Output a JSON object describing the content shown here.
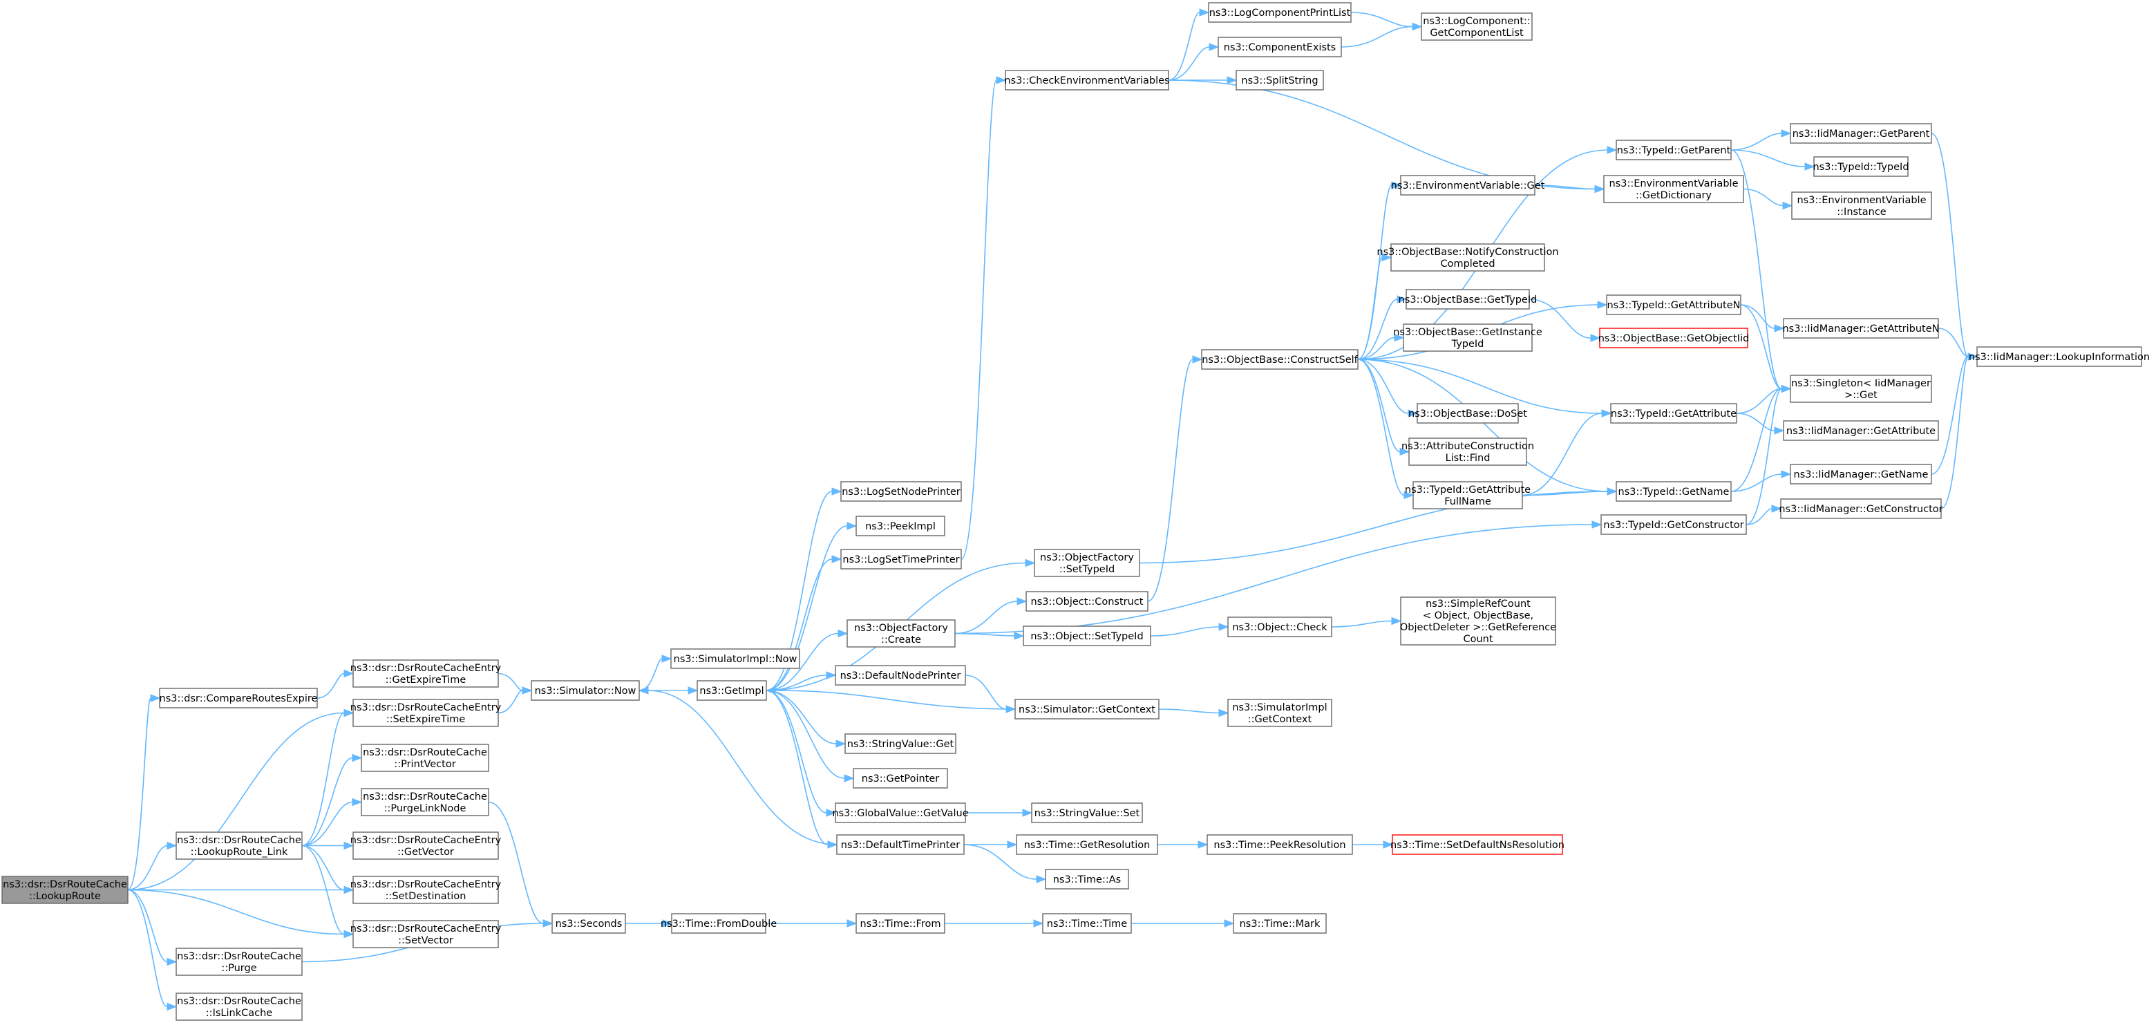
{
  "diagram": {
    "type": "call-graph",
    "colors": {
      "edge": "#63b8ff",
      "node_border": "#666666",
      "root_fill": "#999999",
      "truncated_border": "#ff0000"
    },
    "nodes": [
      {
        "id": "lookup_route",
        "lines": [
          "ns3::dsr::DsrRouteCache",
          "::LookupRoute"
        ],
        "style": "root"
      },
      {
        "id": "compare_routes_expire",
        "lines": [
          "ns3::dsr::CompareRoutesExpire"
        ]
      },
      {
        "id": "lookup_route_link",
        "lines": [
          "ns3::dsr::DsrRouteCache",
          "::LookupRoute_Link"
        ]
      },
      {
        "id": "purge",
        "lines": [
          "ns3::dsr::DsrRouteCache",
          "::Purge"
        ]
      },
      {
        "id": "is_link_cache",
        "lines": [
          "ns3::dsr::DsrRouteCache",
          "::IsLinkCache"
        ]
      },
      {
        "id": "get_expire_time",
        "lines": [
          "ns3::dsr::DsrRouteCacheEntry",
          "::GetExpireTime"
        ]
      },
      {
        "id": "set_expire_time",
        "lines": [
          "ns3::dsr::DsrRouteCacheEntry",
          "::SetExpireTime"
        ]
      },
      {
        "id": "print_vector",
        "lines": [
          "ns3::dsr::DsrRouteCache",
          "::PrintVector"
        ]
      },
      {
        "id": "purge_link_node",
        "lines": [
          "ns3::dsr::DsrRouteCache",
          "::PurgeLinkNode"
        ]
      },
      {
        "id": "get_vector",
        "lines": [
          "ns3::dsr::DsrRouteCacheEntry",
          "::GetVector"
        ]
      },
      {
        "id": "set_destination",
        "lines": [
          "ns3::dsr::DsrRouteCacheEntry",
          "::SetDestination"
        ]
      },
      {
        "id": "set_vector",
        "lines": [
          "ns3::dsr::DsrRouteCacheEntry",
          "::SetVector"
        ]
      },
      {
        "id": "simulator_now",
        "lines": [
          "ns3::Simulator::Now"
        ]
      },
      {
        "id": "seconds",
        "lines": [
          "ns3::Seconds"
        ]
      },
      {
        "id": "simulatorimpl_now",
        "lines": [
          "ns3::SimulatorImpl::Now"
        ]
      },
      {
        "id": "get_impl",
        "lines": [
          "ns3::GetImpl"
        ]
      },
      {
        "id": "time_from_double",
        "lines": [
          "ns3::Time::FromDouble"
        ]
      },
      {
        "id": "log_set_node_printer",
        "lines": [
          "ns3::LogSetNodePrinter"
        ]
      },
      {
        "id": "peek_impl",
        "lines": [
          "ns3::PeekImpl"
        ]
      },
      {
        "id": "log_set_time_printer",
        "lines": [
          "ns3::LogSetTimePrinter"
        ]
      },
      {
        "id": "object_factory_create",
        "lines": [
          "ns3::ObjectFactory",
          "::Create"
        ]
      },
      {
        "id": "default_node_printer",
        "lines": [
          "ns3::DefaultNodePrinter"
        ]
      },
      {
        "id": "string_value_get",
        "lines": [
          "ns3::StringValue::Get"
        ]
      },
      {
        "id": "get_pointer",
        "lines": [
          "ns3::GetPointer"
        ]
      },
      {
        "id": "global_value_get_value",
        "lines": [
          "ns3::GlobalValue::GetValue"
        ]
      },
      {
        "id": "default_time_printer",
        "lines": [
          "ns3::DefaultTimePrinter"
        ]
      },
      {
        "id": "time_from",
        "lines": [
          "ns3::Time::From"
        ]
      },
      {
        "id": "check_env_vars",
        "lines": [
          "ns3::CheckEnvironmentVariables"
        ]
      },
      {
        "id": "object_factory_set_type_id",
        "lines": [
          "ns3::ObjectFactory",
          "::SetTypeId"
        ]
      },
      {
        "id": "object_construct",
        "lines": [
          "ns3::Object::Construct"
        ]
      },
      {
        "id": "object_set_type_id",
        "lines": [
          "ns3::Object::SetTypeId"
        ]
      },
      {
        "id": "simulator_get_context",
        "lines": [
          "ns3::Simulator::GetContext"
        ]
      },
      {
        "id": "string_value_set",
        "lines": [
          "ns3::StringValue::Set"
        ]
      },
      {
        "id": "time_get_resolution",
        "lines": [
          "ns3::Time::GetResolution"
        ]
      },
      {
        "id": "time_as",
        "lines": [
          "ns3::Time::As"
        ]
      },
      {
        "id": "time_time",
        "lines": [
          "ns3::Time::Time"
        ]
      },
      {
        "id": "log_component_print_list",
        "lines": [
          "ns3::LogComponentPrintList"
        ]
      },
      {
        "id": "component_exists",
        "lines": [
          "ns3::ComponentExists"
        ]
      },
      {
        "id": "split_string",
        "lines": [
          "ns3::SplitString"
        ]
      },
      {
        "id": "object_base_construct_self",
        "lines": [
          "ns3::ObjectBase::ConstructSelf"
        ]
      },
      {
        "id": "object_check",
        "lines": [
          "ns3::Object::Check"
        ]
      },
      {
        "id": "simulatorimpl_get_context",
        "lines": [
          "ns3::SimulatorImpl",
          "::GetContext"
        ]
      },
      {
        "id": "time_peek_resolution",
        "lines": [
          "ns3::Time::PeekResolution"
        ]
      },
      {
        "id": "time_mark",
        "lines": [
          "ns3::Time::Mark"
        ]
      },
      {
        "id": "log_component_get_component_list",
        "lines": [
          "ns3::LogComponent::",
          "GetComponentList"
        ]
      },
      {
        "id": "environment_variable_get",
        "lines": [
          "ns3::EnvironmentVariable::Get"
        ]
      },
      {
        "id": "object_base_notify_construction_completed",
        "lines": [
          "ns3::ObjectBase::NotifyConstruction",
          "Completed"
        ]
      },
      {
        "id": "object_base_get_type_id",
        "lines": [
          "ns3::ObjectBase::GetTypeId"
        ]
      },
      {
        "id": "object_base_get_instance_type_id",
        "lines": [
          "ns3::ObjectBase::GetInstance",
          "TypeId"
        ]
      },
      {
        "id": "object_base_do_set",
        "lines": [
          "ns3::ObjectBase::DoSet"
        ]
      },
      {
        "id": "attribute_construction_list_find",
        "lines": [
          "ns3::AttributeConstruction",
          "List::Find"
        ]
      },
      {
        "id": "typeid_get_attribute_full_name",
        "lines": [
          "ns3::TypeId::GetAttribute",
          "FullName"
        ]
      },
      {
        "id": "simple_ref_count_get_reference_count",
        "lines": [
          "ns3::SimpleRefCount",
          "< Object, ObjectBase,",
          "ObjectDeleter >::GetReference",
          "Count"
        ]
      },
      {
        "id": "time_set_default_ns_resolution",
        "lines": [
          "ns3::Time::SetDefaultNsResolution"
        ],
        "style": "truncated"
      },
      {
        "id": "typeid_get_parent",
        "lines": [
          "ns3::TypeId::GetParent"
        ]
      },
      {
        "id": "environment_variable_get_dictionary",
        "lines": [
          "ns3::EnvironmentVariable",
          "::GetDictionary"
        ]
      },
      {
        "id": "typeid_get_attribute_n",
        "lines": [
          "ns3::TypeId::GetAttributeN"
        ]
      },
      {
        "id": "object_base_get_object_iid",
        "lines": [
          "ns3::ObjectBase::GetObjectIid"
        ],
        "style": "truncated"
      },
      {
        "id": "typeid_get_attribute",
        "lines": [
          "ns3::TypeId::GetAttribute"
        ]
      },
      {
        "id": "typeid_get_name",
        "lines": [
          "ns3::TypeId::GetName"
        ]
      },
      {
        "id": "typeid_get_constructor",
        "lines": [
          "ns3::TypeId::GetConstructor"
        ]
      },
      {
        "id": "iid_manager_get_parent",
        "lines": [
          "ns3::IidManager::GetParent"
        ]
      },
      {
        "id": "typeid_typeid",
        "lines": [
          "ns3::TypeId::TypeId"
        ]
      },
      {
        "id": "environment_variable_instance",
        "lines": [
          "ns3::EnvironmentVariable",
          "::Instance"
        ]
      },
      {
        "id": "iid_manager_get_attribute_n",
        "lines": [
          "ns3::IidManager::GetAttributeN"
        ]
      },
      {
        "id": "singleton_get",
        "lines": [
          "ns3::Singleton< IidManager",
          ">::Get"
        ]
      },
      {
        "id": "iid_manager_get_attribute",
        "lines": [
          "ns3::IidManager::GetAttribute"
        ]
      },
      {
        "id": "iid_manager_get_name",
        "lines": [
          "ns3::IidManager::GetName"
        ]
      },
      {
        "id": "iid_manager_get_constructor",
        "lines": [
          "ns3::IidManager::GetConstructor"
        ]
      },
      {
        "id": "iid_manager_lookup_information",
        "lines": [
          "ns3::IidManager::LookupInformation"
        ]
      }
    ],
    "edges": [
      [
        "lookup_route",
        "compare_routes_expire"
      ],
      [
        "lookup_route",
        "set_expire_time"
      ],
      [
        "lookup_route",
        "lookup_route_link"
      ],
      [
        "lookup_route",
        "set_destination"
      ],
      [
        "lookup_route",
        "set_vector"
      ],
      [
        "lookup_route",
        "purge"
      ],
      [
        "lookup_route",
        "is_link_cache"
      ],
      [
        "compare_routes_expire",
        "get_expire_time"
      ],
      [
        "lookup_route_link",
        "set_expire_time"
      ],
      [
        "lookup_route_link",
        "print_vector"
      ],
      [
        "lookup_route_link",
        "purge_link_node"
      ],
      [
        "lookup_route_link",
        "get_vector"
      ],
      [
        "lookup_route_link",
        "set_destination"
      ],
      [
        "lookup_route_link",
        "set_vector"
      ],
      [
        "purge",
        "seconds"
      ],
      [
        "get_expire_time",
        "simulator_now"
      ],
      [
        "set_expire_time",
        "simulator_now"
      ],
      [
        "purge_link_node",
        "seconds"
      ],
      [
        "simulator_now",
        "simulatorimpl_now"
      ],
      [
        "simulator_now",
        "get_impl"
      ],
      [
        "seconds",
        "time_from_double"
      ],
      [
        "get_impl",
        "log_set_node_printer"
      ],
      [
        "get_impl",
        "peek_impl"
      ],
      [
        "get_impl",
        "log_set_time_printer"
      ],
      [
        "get_impl",
        "object_factory_set_type_id"
      ],
      [
        "get_impl",
        "object_factory_create"
      ],
      [
        "get_impl",
        "default_node_printer"
      ],
      [
        "get_impl",
        "string_value_get"
      ],
      [
        "get_impl",
        "get_pointer"
      ],
      [
        "get_impl",
        "global_value_get_value"
      ],
      [
        "get_impl",
        "default_time_printer"
      ],
      [
        "time_from_double",
        "time_from"
      ],
      [
        "log_set_time_printer",
        "check_env_vars"
      ],
      [
        "object_factory_create",
        "object_construct"
      ],
      [
        "object_factory_create",
        "object_set_type_id"
      ],
      [
        "object_factory_create",
        "typeid_get_constructor"
      ],
      [
        "default_node_printer",
        "simulator_get_context"
      ],
      [
        "global_value_get_value",
        "string_value_set"
      ],
      [
        "default_time_printer",
        "simulator_now"
      ],
      [
        "default_time_printer",
        "time_get_resolution"
      ],
      [
        "default_time_printer",
        "time_as"
      ],
      [
        "time_from",
        "time_time"
      ],
      [
        "check_env_vars",
        "log_component_print_list"
      ],
      [
        "check_env_vars",
        "component_exists"
      ],
      [
        "check_env_vars",
        "split_string"
      ],
      [
        "check_env_vars",
        "environment_variable_get_dictionary"
      ],
      [
        "object_factory_set_type_id",
        "typeid_get_name"
      ],
      [
        "object_construct",
        "object_base_construct_self"
      ],
      [
        "object_set_type_id",
        "object_check"
      ],
      [
        "simulator_get_context",
        "get_impl"
      ],
      [
        "simulator_get_context",
        "simulatorimpl_get_context"
      ],
      [
        "time_get_resolution",
        "time_peek_resolution"
      ],
      [
        "time_time",
        "time_mark"
      ],
      [
        "log_component_print_list",
        "log_component_get_component_list"
      ],
      [
        "component_exists",
        "log_component_get_component_list"
      ],
      [
        "object_base_construct_self",
        "typeid_get_parent"
      ],
      [
        "object_base_construct_self",
        "environment_variable_get"
      ],
      [
        "object_base_construct_self",
        "typeid_get_attribute_n"
      ],
      [
        "object_base_construct_self",
        "object_base_notify_construction_completed"
      ],
      [
        "object_base_construct_self",
        "object_base_get_type_id"
      ],
      [
        "object_base_construct_self",
        "object_base_get_instance_type_id"
      ],
      [
        "object_base_construct_self",
        "typeid_get_attribute"
      ],
      [
        "object_base_construct_self",
        "object_base_do_set"
      ],
      [
        "object_base_construct_self",
        "attribute_construction_list_find"
      ],
      [
        "object_base_construct_self",
        "typeid_get_attribute_full_name"
      ],
      [
        "object_base_construct_self",
        "typeid_get_name"
      ],
      [
        "object_check",
        "simple_ref_count_get_reference_count"
      ],
      [
        "time_peek_resolution",
        "time_set_default_ns_resolution"
      ],
      [
        "environment_variable_get",
        "environment_variable_get_dictionary"
      ],
      [
        "object_base_get_type_id",
        "object_base_get_object_iid"
      ],
      [
        "typeid_get_attribute_full_name",
        "typeid_get_attribute"
      ],
      [
        "typeid_get_attribute_full_name",
        "typeid_get_name"
      ],
      [
        "typeid_get_parent",
        "iid_manager_get_parent"
      ],
      [
        "typeid_get_parent",
        "typeid_typeid"
      ],
      [
        "typeid_get_parent",
        "singleton_get"
      ],
      [
        "environment_variable_get_dictionary",
        "environment_variable_instance"
      ],
      [
        "typeid_get_attribute_n",
        "iid_manager_get_attribute_n"
      ],
      [
        "typeid_get_attribute_n",
        "singleton_get"
      ],
      [
        "typeid_get_attribute",
        "singleton_get"
      ],
      [
        "typeid_get_attribute",
        "iid_manager_get_attribute"
      ],
      [
        "typeid_get_name",
        "singleton_get"
      ],
      [
        "typeid_get_name",
        "iid_manager_get_name"
      ],
      [
        "typeid_get_constructor",
        "singleton_get"
      ],
      [
        "typeid_get_constructor",
        "iid_manager_get_constructor"
      ],
      [
        "iid_manager_get_parent",
        "iid_manager_lookup_information"
      ],
      [
        "iid_manager_get_attribute_n",
        "iid_manager_lookup_information"
      ],
      [
        "iid_manager_get_name",
        "iid_manager_lookup_information"
      ],
      [
        "iid_manager_get_constructor",
        "iid_manager_lookup_information"
      ]
    ]
  }
}
